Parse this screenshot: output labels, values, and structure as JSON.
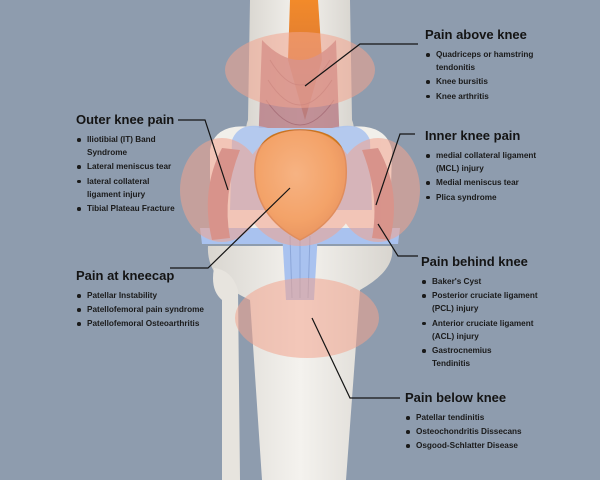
{
  "groups": {
    "above": {
      "title": "Pain above knee",
      "items": [
        "Quadriceps or hamstring tendonitis",
        "Knee bursitis",
        "Knee arthritis"
      ]
    },
    "outer": {
      "title": "Outer knee pain",
      "items": [
        "Iliotibial (IT) Band Syndrome",
        "Lateral meniscus tear",
        "lateral collateral ligament injury",
        "Tibial Plateau Fracture"
      ]
    },
    "inner": {
      "title": "Inner knee pain",
      "items": [
        "medial collateral ligament (MCL) injury",
        "Medial meniscus tear",
        "Plica syndrome"
      ]
    },
    "kneecap": {
      "title": "Pain at kneecap",
      "items": [
        "Patellar Instability",
        "Patellofemoral pain syndrome",
        "Patellofemoral Osteoarthritis"
      ]
    },
    "behind": {
      "title": "Pain behind knee",
      "items": [
        "Baker's Cyst",
        "Posterior cruciate ligament (PCL) injury",
        "Anterior cruciate ligament (ACL) injury",
        "Gastrocnemius Tendinitis"
      ]
    },
    "below": {
      "title": "Pain below knee",
      "items": [
        "Patellar tendinitis",
        "Osteochondritis Dissecans",
        "Osgood-Schlatter Disease"
      ]
    }
  },
  "colors": {
    "background": "#8e9cae",
    "bone": "#f1efea",
    "patella": "#f5a23c",
    "cartilage": "#a9c2ef",
    "muscle": "#b88088",
    "pain_zone": "#f3a48e",
    "text": "#141414"
  }
}
